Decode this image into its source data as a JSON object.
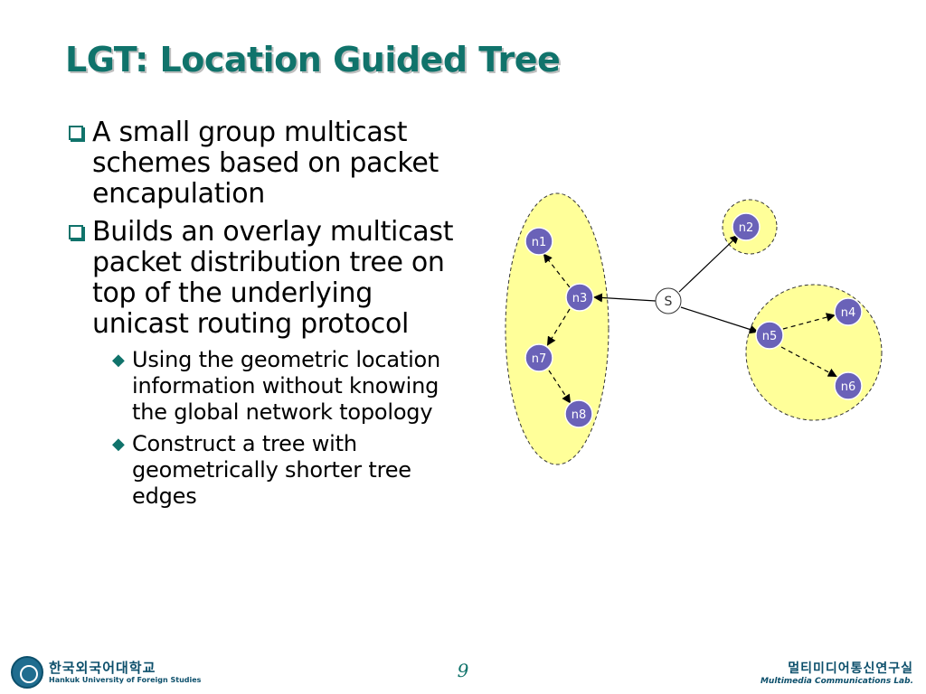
{
  "slide": {
    "title": "LGT: Location Guided Tree",
    "page_number": "9"
  },
  "bullets": [
    {
      "text": "A small group multicast schemes based on packet encapulation"
    },
    {
      "text": "Builds an overlay multicast packet distribution tree on top of the underlying unicast routing protocol",
      "sub": [
        "Using the geometric location information without knowing the global network topology",
        "Construct a tree with geometrically shorter tree edges"
      ]
    }
  ],
  "diagram": {
    "source_label": "S",
    "nodes": [
      "n1",
      "n2",
      "n3",
      "n4",
      "n5",
      "n6",
      "n7",
      "n8"
    ],
    "colors": {
      "node_fill": "#6a62b8",
      "group_fill": "#ffff99",
      "arrow": "#000000"
    }
  },
  "footer": {
    "university_ko": "한국외국어대학교",
    "university_en": "Hankuk University of Foreign Studies",
    "lab_ko": "멀티미디어통신연구실",
    "lab_en": "Multimedia Communications Lab."
  },
  "colors": {
    "accent": "#10736b",
    "footer": "#0c4f6b"
  }
}
